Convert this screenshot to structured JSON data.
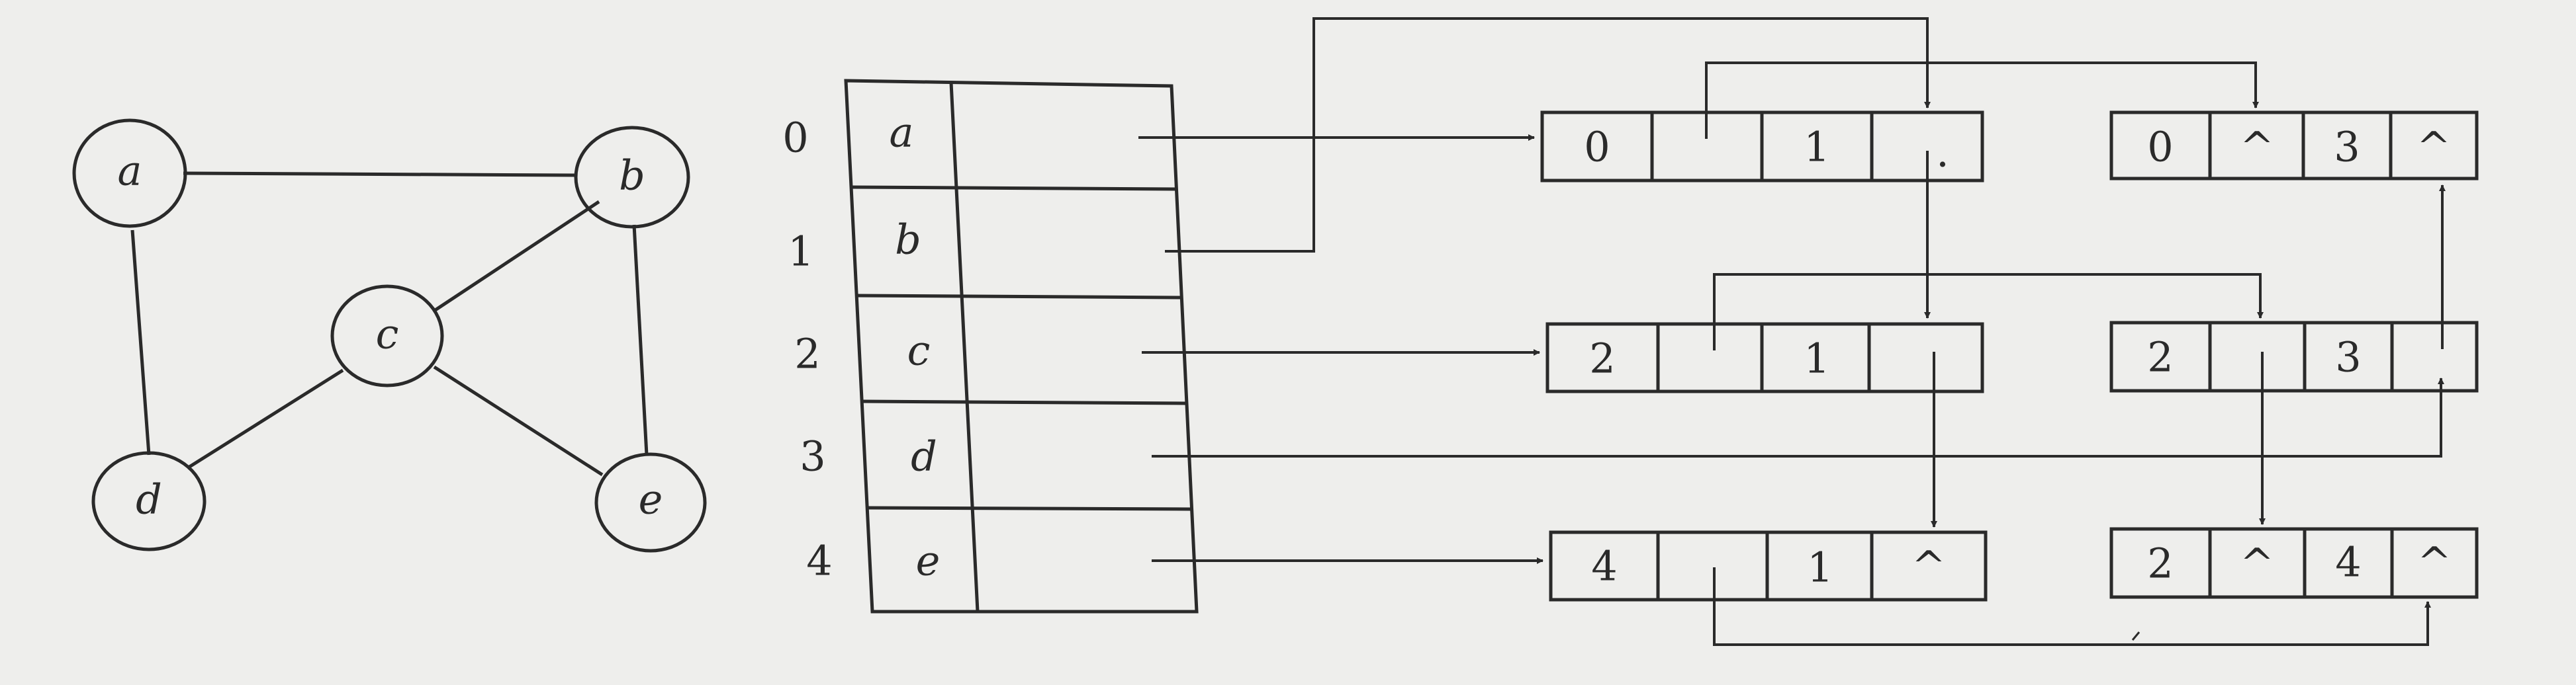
{
  "graph": {
    "vertices": [
      {
        "id": "a",
        "label": "a"
      },
      {
        "id": "b",
        "label": "b"
      },
      {
        "id": "c",
        "label": "c"
      },
      {
        "id": "d",
        "label": "d"
      },
      {
        "id": "e",
        "label": "e"
      }
    ],
    "edges": [
      [
        "a",
        "b"
      ],
      [
        "a",
        "d"
      ],
      [
        "b",
        "c"
      ],
      [
        "b",
        "e"
      ],
      [
        "c",
        "d"
      ],
      [
        "c",
        "e"
      ]
    ]
  },
  "headers": {
    "rows": [
      {
        "index": "0",
        "label": "a"
      },
      {
        "index": "1",
        "label": "b"
      },
      {
        "index": "2",
        "label": "c"
      },
      {
        "index": "3",
        "label": "d"
      },
      {
        "index": "4",
        "label": "e"
      }
    ]
  },
  "edge_nodes": [
    {
      "cells": [
        "0",
        "",
        "1",
        "."
      ]
    },
    {
      "cells": [
        "0",
        "^",
        "3",
        "^"
      ]
    },
    {
      "cells": [
        "2",
        "",
        "1",
        ""
      ]
    },
    {
      "cells": [
        "2",
        "",
        "3",
        ""
      ]
    },
    {
      "cells": [
        "4",
        "",
        "1",
        "^"
      ]
    },
    {
      "cells": [
        "2",
        "^",
        "4",
        "^"
      ]
    }
  ],
  "colors": {
    "ink": "#2a2a2a",
    "background": "#eeeeec"
  }
}
